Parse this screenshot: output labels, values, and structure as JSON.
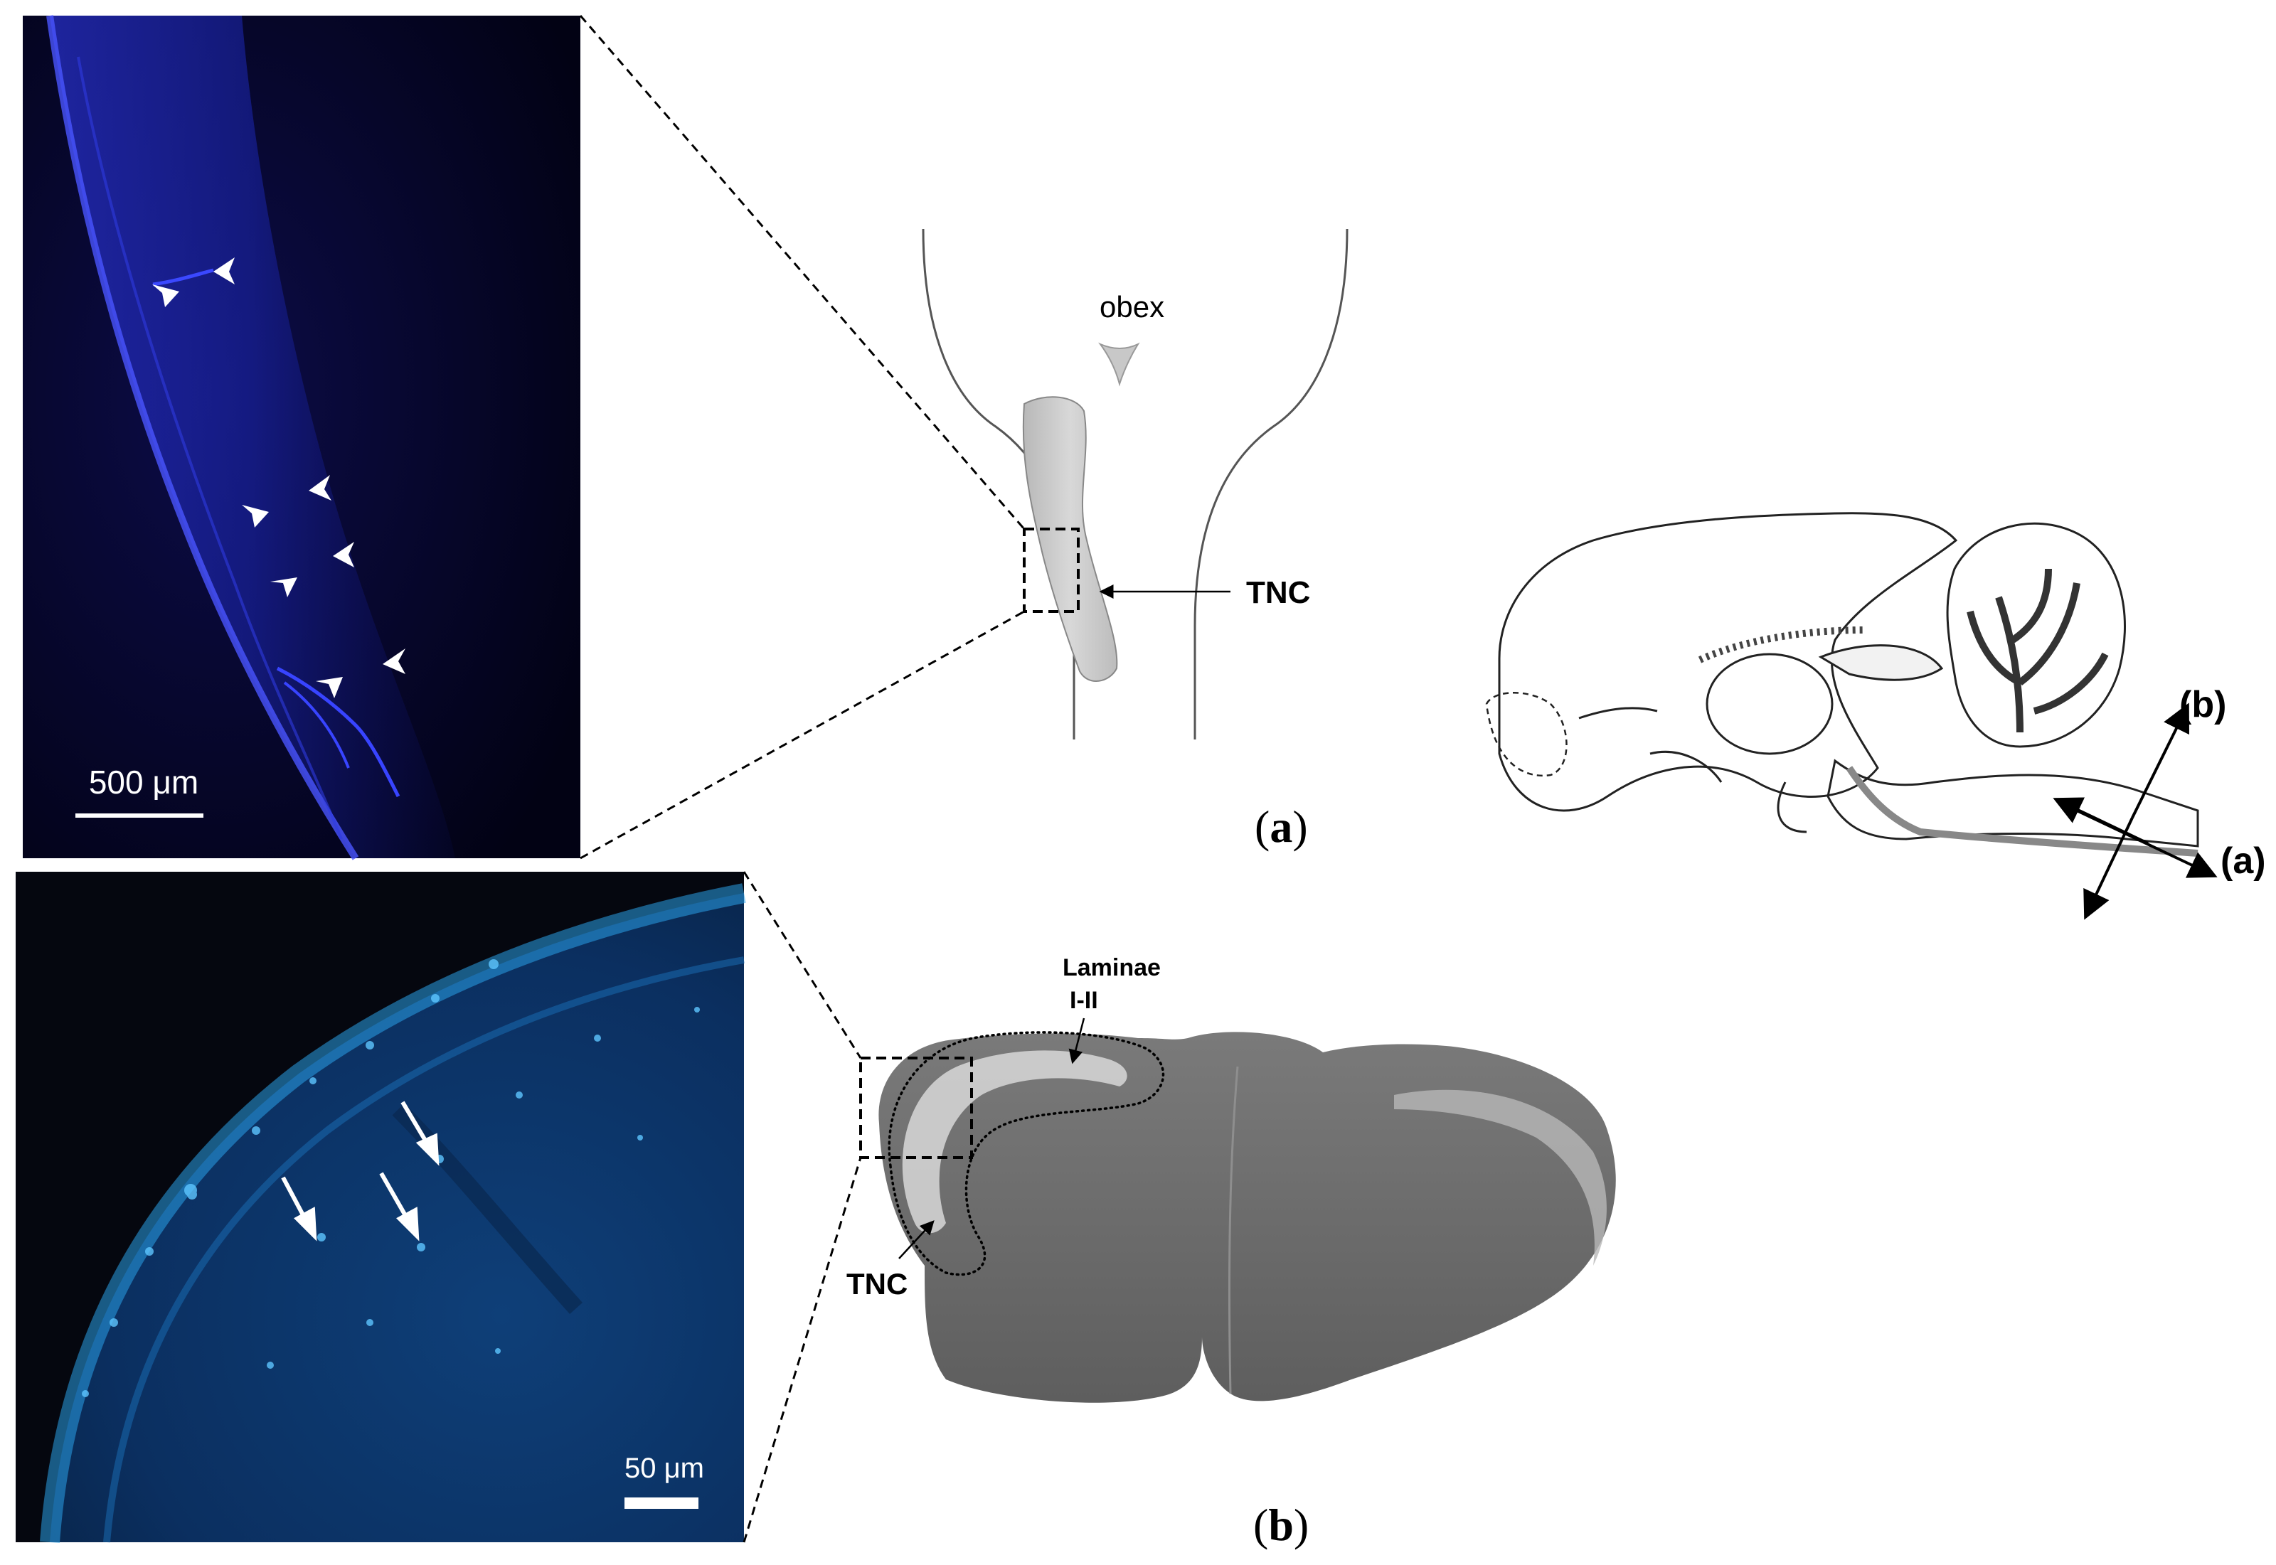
{
  "panels": {
    "top_left": {
      "scale_bar": "500 μm"
    },
    "bottom_left": {
      "scale_bar": "50 μm"
    }
  },
  "brainstem_diagram": {
    "obex_label": "obex",
    "tnc_label": "TNC"
  },
  "sagittal_diagram": {
    "plane_a": "(a)",
    "plane_b": "(b)"
  },
  "section_diagram": {
    "laminae_line1": "Laminae",
    "laminae_line2": "I-II",
    "tnc_label": "TNC"
  },
  "captions": {
    "a": {
      "open": "(",
      "letter": "a",
      "close": ")"
    },
    "b": {
      "open": "(",
      "letter": "b",
      "close": ")"
    }
  },
  "colors": {
    "stain_dark_blue": "#0a0a3a",
    "stain_cyan": "#1a7fc4",
    "section_gray": "#6e6e6e"
  }
}
